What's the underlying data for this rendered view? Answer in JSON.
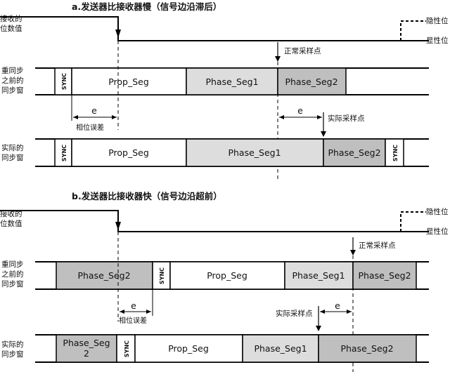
{
  "colors": {
    "line": "#000000",
    "light_fill": "#dddddd",
    "dark_fill": "#bfbfbf",
    "white": "#ffffff"
  },
  "section_a": {
    "title_letter": "a.",
    "title_text": "发送器比接收器慢（信号边沿滞后）",
    "signal_label": [
      "接收的",
      "位数值"
    ],
    "recessive_label": "隐性位",
    "dominant_label": "显性位",
    "normal_sample_label": "正常采样点",
    "actual_sample_label": "实际采样点",
    "e_label_top": "e",
    "e_label_mid": "e",
    "phase_error_label": "相位误差",
    "row1_label": [
      "重同步",
      "之前的",
      "同步窗"
    ],
    "row2_label": [
      "实际的",
      "同步窗"
    ],
    "row1": [
      {
        "text": "SYNC",
        "fill": "white"
      },
      {
        "text": "Prop_Seg",
        "fill": "white"
      },
      {
        "text": "Phase_Seg1",
        "fill": "light"
      },
      {
        "text": "Phase_Seg2",
        "fill": "dark"
      }
    ],
    "row2": [
      {
        "text": "SYNC",
        "fill": "white"
      },
      {
        "text": "Prop_Seg",
        "fill": "white"
      },
      {
        "text": "Phase_Seg1",
        "fill": "light"
      },
      {
        "text": "Phase_Seg2",
        "fill": "dark"
      },
      {
        "text": "SYNC",
        "fill": "white"
      }
    ]
  },
  "section_b": {
    "title_letter": "b.",
    "title_text": "发送器比接收器快（信号边沿超前）",
    "signal_label": [
      "接收的",
      "位数值"
    ],
    "recessive_label": "隐性位",
    "dominant_label": "显性位",
    "normal_sample_label": "正常采样点",
    "actual_sample_label": "实际采样点",
    "e_label_top": "e",
    "e_label_mid": "e",
    "phase_error_label": "相位误差",
    "row1_label": [
      "重同步",
      "之前的",
      "同步窗"
    ],
    "row2_label": [
      "实际的",
      "同步窗"
    ],
    "row1": [
      {
        "text": "Phase_Seg2",
        "fill": "dark"
      },
      {
        "text": "SYNC",
        "fill": "white"
      },
      {
        "text": "Prop_Seg",
        "fill": "white"
      },
      {
        "text": "Phase_Seg1",
        "fill": "light"
      },
      {
        "text": "Phase_Seg2",
        "fill": "dark"
      }
    ],
    "row2": [
      {
        "text": "Phase_Seg 2",
        "fill": "dark"
      },
      {
        "text": "SYNC",
        "fill": "white"
      },
      {
        "text": "Prop_Seg",
        "fill": "white"
      },
      {
        "text": "Phase_Seg1",
        "fill": "light"
      },
      {
        "text": "Phase_Seg2",
        "fill": "dark"
      }
    ]
  }
}
